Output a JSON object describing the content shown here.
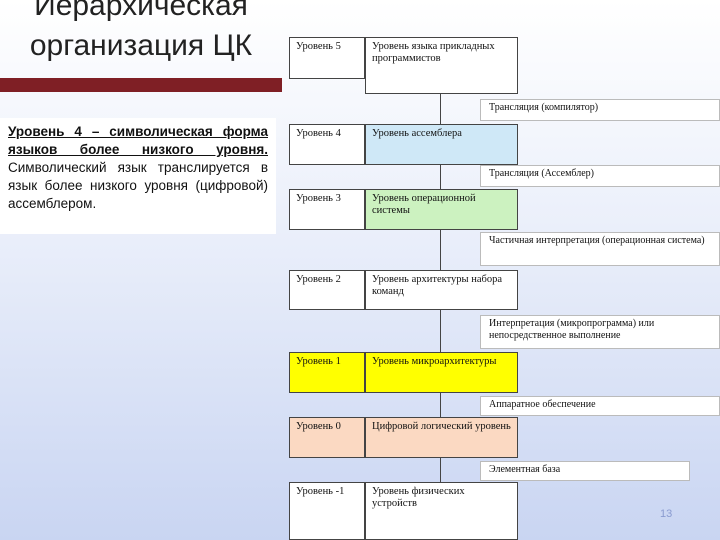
{
  "title": "Иерархическая организация ЦК",
  "left_text": {
    "lead": "Уровень 4 – символическая форма языков более низкого уровня.",
    "body": "Символический язык транслируется в язык более низкого уровня (цифровой) ассемблером."
  },
  "levels": [
    {
      "label": "Уровень 5",
      "desc": "Уровень языка прикладных программистов",
      "color": "#ffffff"
    },
    {
      "label": "Уровень 4",
      "desc": "Уровень ассемблера",
      "color": "#cfe8f7"
    },
    {
      "label": "Уровень 3",
      "desc": "Уровень операционной системы",
      "color": "#ccf2c0"
    },
    {
      "label": "Уровень 2",
      "desc": "Уровень архитектуры набора команд",
      "color": "#ffffff"
    },
    {
      "label": "Уровень 1",
      "desc": "Уровень микроархитектуры",
      "color": "#ffff00"
    },
    {
      "label": "Уровень 0",
      "desc": "Цифровой логический уровень",
      "color": "#fbd9c2"
    },
    {
      "label": "Уровень -1",
      "desc": "Уровень физических устройств",
      "color": "#ffffff"
    }
  ],
  "transitions": [
    "Трансляция (компилятор)",
    "Трансляция (Ассемблер)",
    "Частичная интерпретация (операционная система)",
    "Интерпретация (микропрограмма) или непосредственное выполнение",
    "Аппаратное обеспечение",
    "Элементная база"
  ],
  "page_number": "13"
}
